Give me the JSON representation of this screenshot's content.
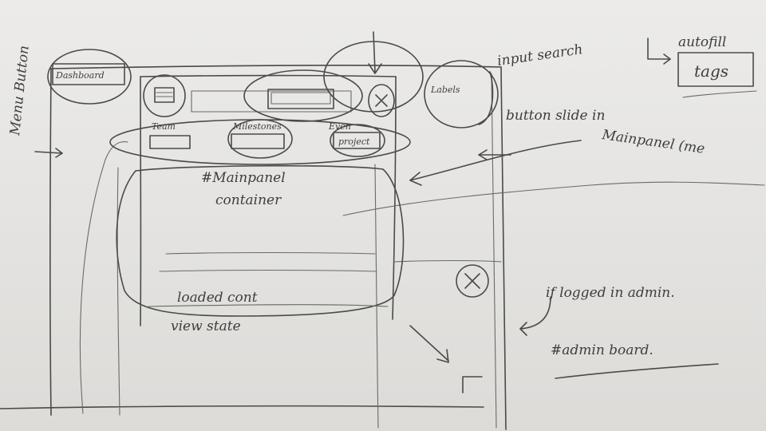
{
  "labels": {
    "menu_button": "Menu Button",
    "dashboard": "Dashboard",
    "input_search": "input search",
    "autofill": "autofill",
    "tags": "tags",
    "labels_button": "Labels",
    "button_slide_in": "button slide in",
    "main_panel": "Mainpanel (me",
    "team": "Team",
    "milestones": "Milestones",
    "even": "Even",
    "project": "project",
    "main_panel_container": "#Mainpanel",
    "container": "container",
    "loaded_content": "loaded cont",
    "view_state": "view state",
    "if_logged_in_admin": "if logged in admin.",
    "admin_board": "#admin board."
  }
}
